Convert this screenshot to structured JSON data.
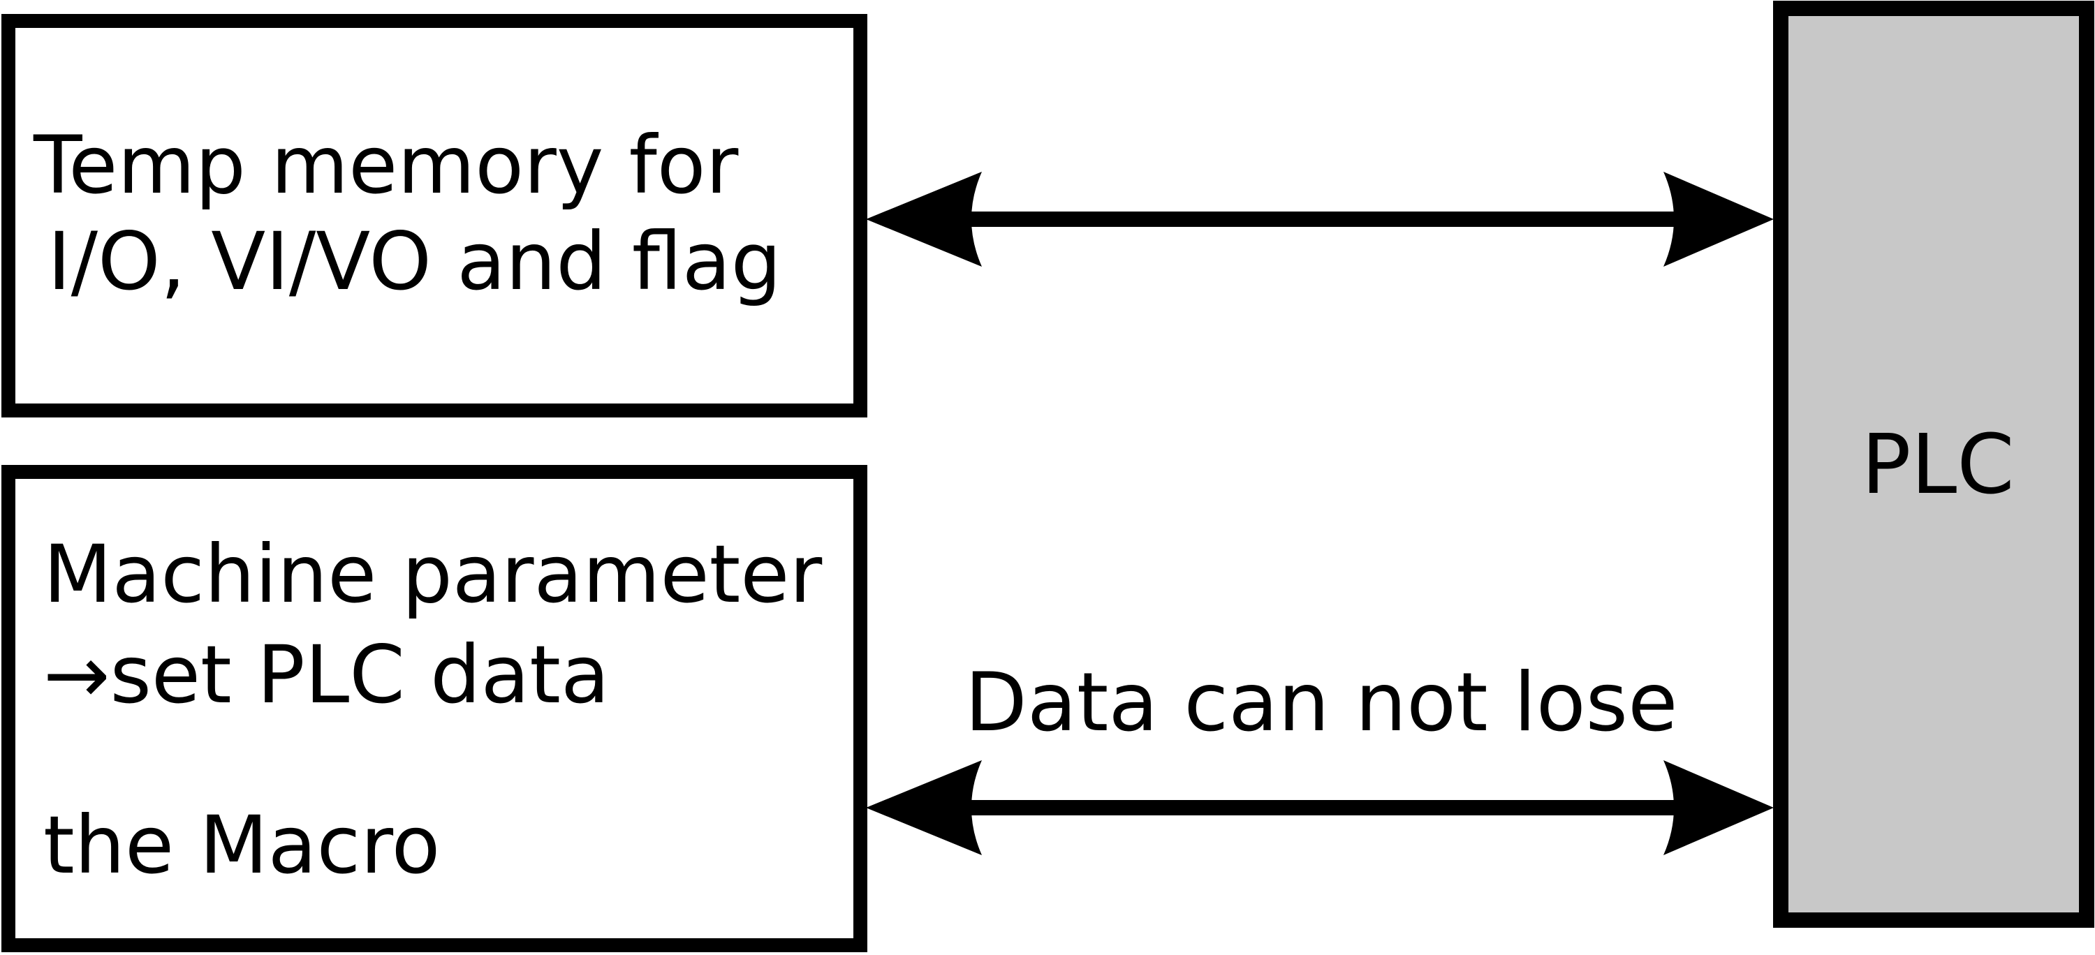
{
  "diagram": {
    "top_box": {
      "line1": "Temp memory for",
      "line2": "I/O, VI/VO and flag"
    },
    "bottom_box": {
      "line1": "Machine parameter",
      "line2": "→set PLC data",
      "line3": "the Macro"
    },
    "plc_box": {
      "label": "PLC",
      "fill_color": "#c8c8c8"
    },
    "connections": {
      "top_arrow": {
        "type": "bidirectional"
      },
      "bottom_arrow": {
        "type": "bidirectional",
        "label": "Data can not lose"
      }
    }
  }
}
